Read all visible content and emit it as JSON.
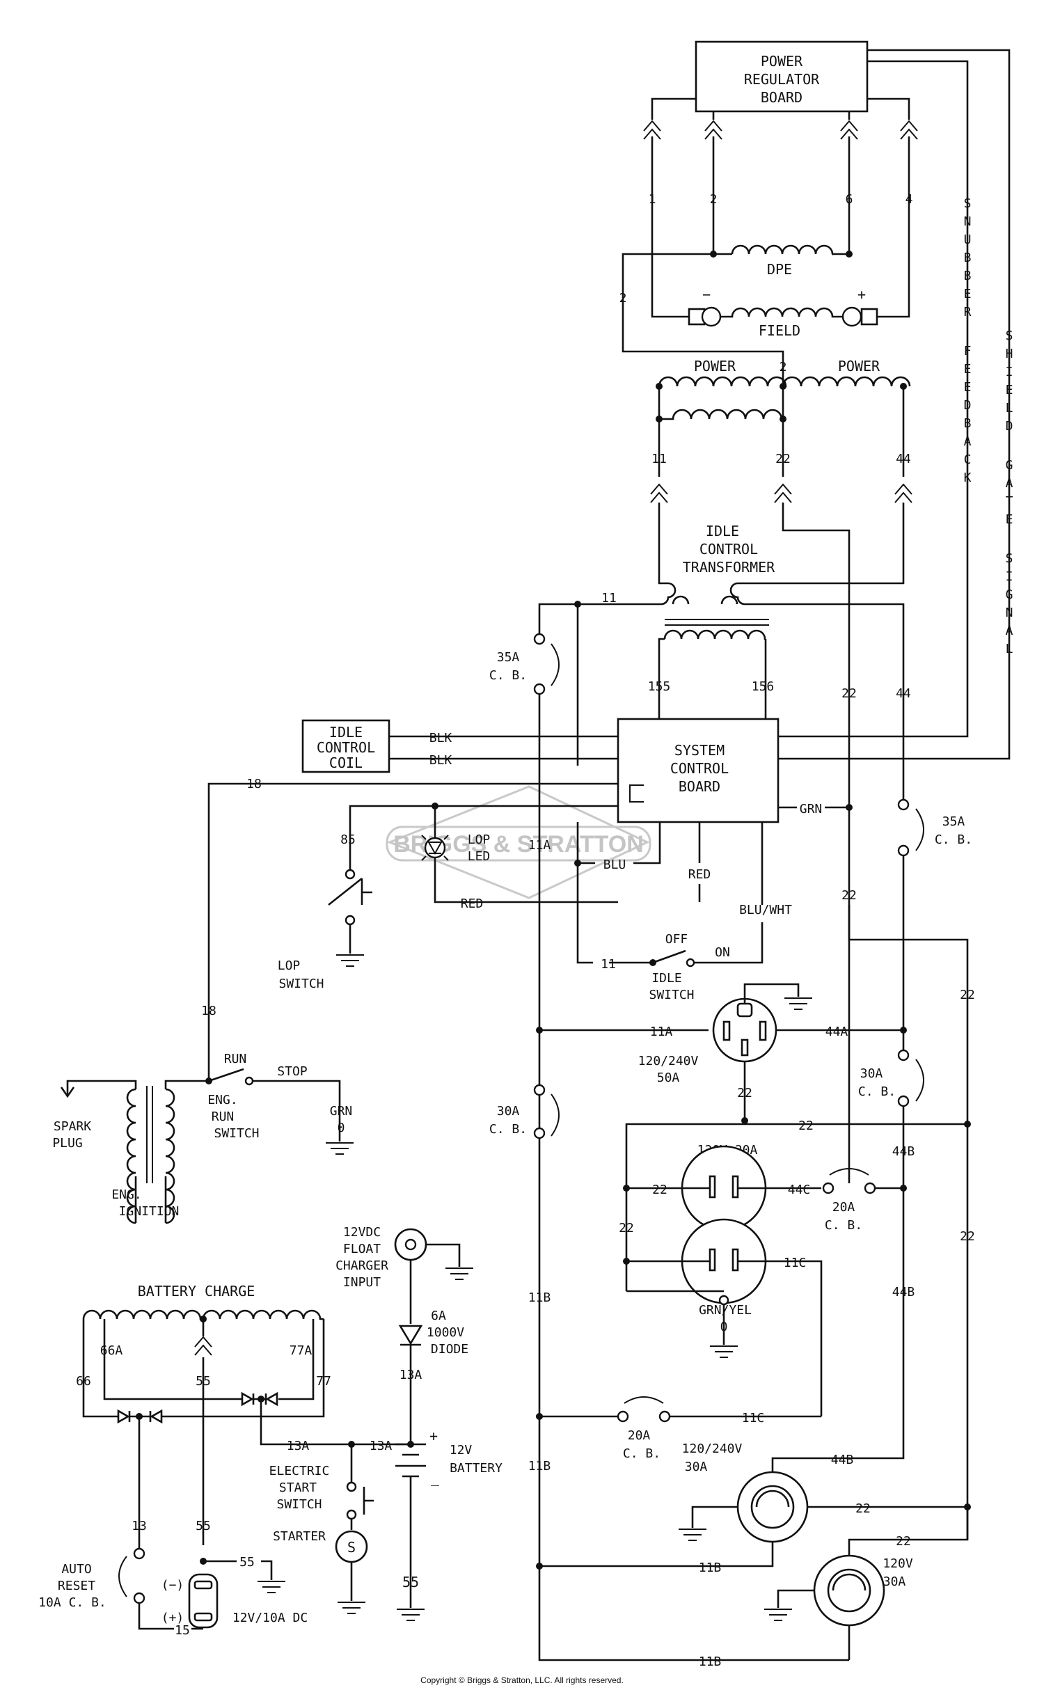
{
  "blocks": {
    "power_regulator": [
      "POWER",
      "REGULATOR",
      "BOARD"
    ],
    "system_control": [
      "SYSTEM",
      "CONTROL",
      "BOARD"
    ],
    "idle_control_coil": [
      "IDLE",
      "CONTROL",
      "COIL"
    ],
    "idle_control_transformer": [
      "IDLE",
      "CONTROL",
      "TRANSFORMER"
    ]
  },
  "windings": {
    "dpe": "DPE",
    "field": "FIELD",
    "power_left": "POWER",
    "power_right": "POWER",
    "battery_charge": "BATTERY CHARGE",
    "field_minus": "−",
    "field_plus": "+"
  },
  "vertical_labels": {
    "snubber": "SNUBBER",
    "feedback": "FEEDBACK",
    "shield": "SHIELD",
    "gate": "GATE",
    "signal": "SIGNAL"
  },
  "wire_numbers": {
    "w1": "1",
    "w2": "2",
    "w6": "6",
    "w4": "4",
    "w2_left": "2",
    "w2_center": "2",
    "w11": "11",
    "w22": "22",
    "w44": "44",
    "w11_top": "11",
    "w155": "155",
    "w156": "156",
    "w22_mid": "22",
    "w44_mid": "44",
    "w22_low": "22",
    "w18_top": "18",
    "w18_bot": "18",
    "w85": "85",
    "w11a": "11A",
    "blk1": "BLK",
    "blk2": "BLK",
    "grn": "GRN",
    "blu": "BLU",
    "red1": "RED",
    "red2": "RED",
    "bluwht": "BLU/WHT",
    "w11_idle": "11",
    "w11a_recept": "11A",
    "w44a": "44A",
    "w22_r50": "22",
    "w22_right1": "22",
    "w22_bus": "22",
    "w44b": "44B",
    "w22_duplex": "22",
    "w44c": "44C",
    "w22_side": "22",
    "w11c": "11C",
    "w22_right2": "22",
    "w44b_mid": "44B",
    "w11b_top": "11B",
    "w11c_low": "11C",
    "w11b_mid": "11B",
    "w44b_low": "44B",
    "w22_30a": "22",
    "w22_120": "22",
    "w11b_a": "11B",
    "w11b_b": "11B",
    "w66a": "66A",
    "w77a": "77A",
    "w55": "55",
    "w66": "66",
    "w77": "77",
    "w13a_1": "13A",
    "w13a_2": "13A",
    "w13a_top": "13A",
    "w13": "13",
    "w55_b": "55",
    "w55_c": "55",
    "w55_d": "55",
    "w15": "15"
  },
  "components": {
    "cb35_top": [
      "35A",
      "C. B."
    ],
    "cb35_right": [
      "35A",
      "C. B."
    ],
    "cb30_left": [
      "30A",
      "C. B."
    ],
    "cb30_right": [
      "30A",
      "C. B."
    ],
    "cb20_duplex": [
      "20A",
      "C. B."
    ],
    "cb20_low": [
      "20A",
      "C. B."
    ],
    "cb_auto": [
      "AUTO",
      "RESET",
      "10A C. B."
    ],
    "lop_led": [
      "LOP",
      "LED"
    ],
    "lop_switch": [
      "LOP",
      "SWITCH"
    ],
    "idle_switch": [
      "IDLE",
      "SWITCH"
    ],
    "idle_off": "OFF",
    "idle_on": "ON",
    "run": "RUN",
    "stop": "STOP",
    "eng_run_switch": [
      "ENG.",
      "RUN",
      "SWITCH"
    ],
    "grn0": [
      "GRN",
      "0"
    ],
    "spark_plug": [
      "SPARK",
      "PLUG"
    ],
    "eng_ignition": [
      "ENG.",
      "IGNITION"
    ],
    "recept_50a": [
      "120/240V",
      "50A"
    ],
    "recept_120_20": "120V 20A",
    "grn_yel": [
      "GRN/YEL",
      "0"
    ],
    "recept_30a_240": [
      "120/240V",
      "30A"
    ],
    "recept_30a_120": [
      "120V",
      "30A"
    ],
    "float_charger": [
      "12VDC",
      "FLOAT",
      "CHARGER",
      "INPUT"
    ],
    "diode": [
      "6A",
      "1000V",
      "DIODE"
    ],
    "battery": [
      "12V",
      "BATTERY"
    ],
    "battery_plus": "+",
    "battery_minus": "_",
    "electric_start": [
      "ELECTRIC",
      "START",
      "SWITCH"
    ],
    "starter": "STARTER",
    "starter_s": "S",
    "dc_out": "12V/10A DC",
    "dc_minus": "(−)",
    "dc_plus": "(+)"
  },
  "watermark": "BRIGGS & STRATTON",
  "copyright": "Copyright © Briggs & Stratton, LLC. All rights reserved."
}
